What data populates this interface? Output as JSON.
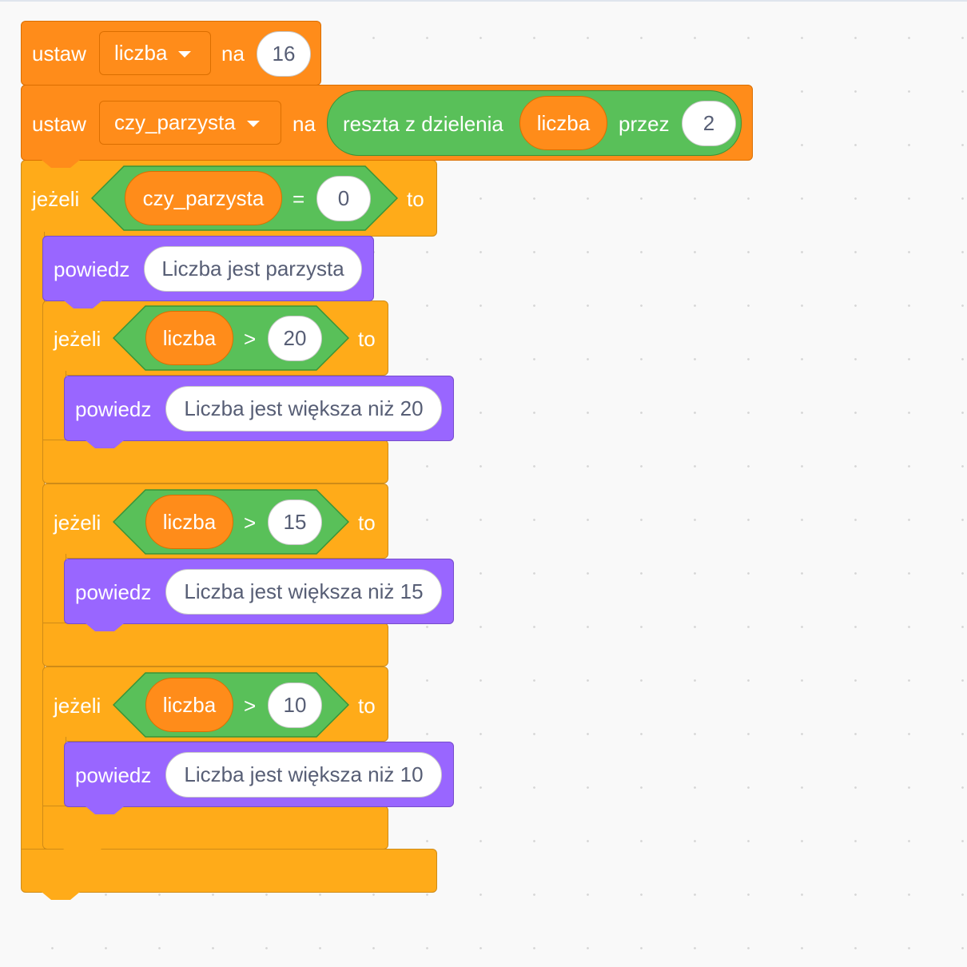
{
  "workspace": {
    "set_liczba": {
      "keyword": "ustaw",
      "variable": "liczba",
      "to": "na",
      "value": "16"
    },
    "set_parity": {
      "keyword": "ustaw",
      "variable": "czy_parzysta",
      "to": "na",
      "mod": {
        "label": "reszta z dzielenia",
        "operand": "liczba",
        "by": "przez",
        "divisor": "2"
      }
    },
    "if_even": {
      "keyword": "jeżeli",
      "then": "to",
      "condition": {
        "left": "czy_parzysta",
        "op": "=",
        "right": "0"
      },
      "say": {
        "keyword": "powiedz",
        "text": "Liczba jest parzysta"
      },
      "nested": [
        {
          "keyword": "jeżeli",
          "then": "to",
          "condition": {
            "left": "liczba",
            "op": ">",
            "right": "20"
          },
          "say": {
            "keyword": "powiedz",
            "text": "Liczba jest większa niż 20"
          }
        },
        {
          "keyword": "jeżeli",
          "then": "to",
          "condition": {
            "left": "liczba",
            "op": ">",
            "right": "15"
          },
          "say": {
            "keyword": "powiedz",
            "text": "Liczba jest większa niż 15"
          }
        },
        {
          "keyword": "jeżeli",
          "then": "to",
          "condition": {
            "left": "liczba",
            "op": ">",
            "right": "10"
          },
          "say": {
            "keyword": "powiedz",
            "text": "Liczba jest większa niż 10"
          }
        }
      ]
    }
  },
  "colors": {
    "variables": "#ff8c1a",
    "control": "#ffab19",
    "looks": "#9966ff",
    "operators": "#59c059"
  }
}
